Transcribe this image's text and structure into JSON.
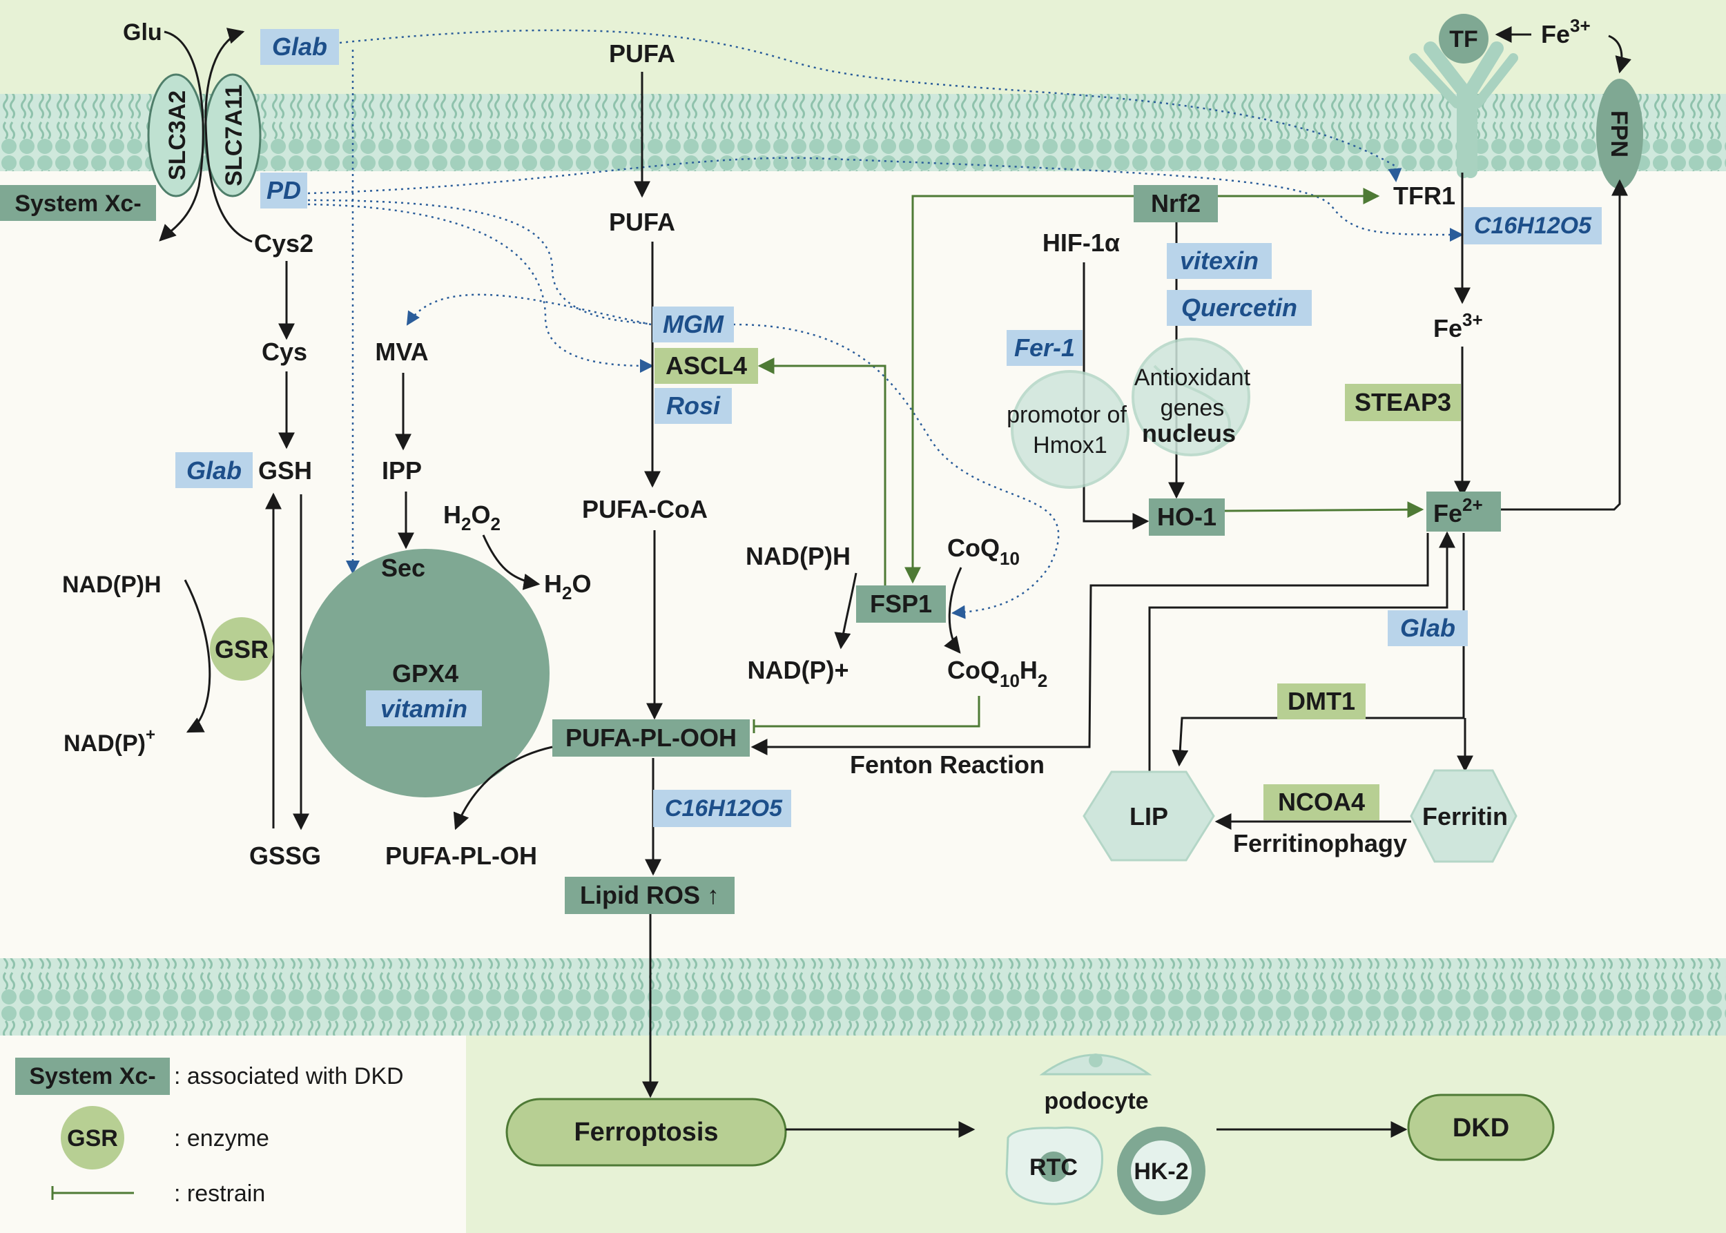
{
  "membrane": {
    "exchanger_left": "SLC3A2",
    "exchanger_right": "SLC7A11",
    "system": "System Xc-",
    "fpn": "FPN",
    "tf": "TF"
  },
  "metabolites": {
    "glu": "Glu",
    "cys2": "Cys2",
    "cys": "Cys",
    "gsh": "GSH",
    "gssg": "GSSG",
    "nadph_left": "NAD(P)H",
    "nadp_left": "NAD(P)",
    "nadp_left_sup": "+",
    "mva": "MVA",
    "ipp": "IPP",
    "sec": "Sec",
    "h2o2": {
      "a": "H",
      "s1": "2",
      "b": "O",
      "s2": "2"
    },
    "h2o": {
      "a": "H",
      "s1": "2",
      "b": "O"
    },
    "pufa_top": "PUFA",
    "pufa_mid": "PUFA",
    "pufa_coa": "PUFA-CoA",
    "pufa_pl_oh": "PUFA-PL-OH",
    "nadph_mid": "NAD(P)H",
    "nadp_mid": "NAD(P)+",
    "coq10": {
      "a": "CoQ",
      "s": "10"
    },
    "coq10h2": {
      "a": "CoQ",
      "s": "10",
      "b": "H",
      "s2": "2"
    },
    "fe3_top": {
      "a": "Fe",
      "sup": "3+"
    },
    "fe3_mid": {
      "a": "Fe",
      "sup": "3+"
    },
    "tfr1": "TFR1",
    "hif": "HIF-1α",
    "ferritinophagy": "Ferritinophagy",
    "fenton": "Fenton Reaction",
    "ferritin": "Ferritin",
    "lip": "LIP"
  },
  "nodes": {
    "gpx4": "GPX4",
    "gsr": "GSR",
    "ascl4": "ASCL4",
    "fsp1": "FSP1",
    "pufa_pl_ooh": "PUFA-PL-OOH",
    "lipid_ros": "Lipid ROS ↑",
    "nrf2": "Nrf2",
    "ho1": "HO-1",
    "fe2": {
      "a": "Fe",
      "sup": "2+"
    },
    "steap3": "STEAP3",
    "dmt1": "DMT1",
    "ncoa4": "NCOA4"
  },
  "drugs": {
    "glab_top": "Glab",
    "pd": "PD",
    "glab_gsh": "Glab",
    "vitamin": "vitamin",
    "mgm": "MGM",
    "rosi": "Rosi",
    "c16_mid": "C16H12O5",
    "c16_right": "C16H12O5",
    "vitexin": "vitexin",
    "quercetin": "Quercetin",
    "fer1": "Fer-1",
    "glab_right": "Glab"
  },
  "nucleus": {
    "promotor_line1": "promotor of",
    "promotor_line2": "Hmox1",
    "antioxidant_line1": "Antioxidant",
    "antioxidant_line2": "genes",
    "nucleus_label": "nucleus"
  },
  "outcomes": {
    "ferroptosis": "Ferroptosis",
    "podocyte": "podocyte",
    "rtc": "RTC",
    "hk2": "HK-2",
    "dkd": "DKD"
  },
  "legend": {
    "item1_key": "System Xc-",
    "item1_desc": ":   associated with DKD",
    "item2_key": "GSR",
    "item2_desc": ":   enzyme",
    "item3_desc": ":   restrain"
  },
  "colors": {
    "green_box": "#7fa893",
    "light_green_box": "#b7cf93",
    "drug_box": "#b9d4ea",
    "drug_text": "#1d4f8a",
    "membrane": "#a9d2c0"
  }
}
